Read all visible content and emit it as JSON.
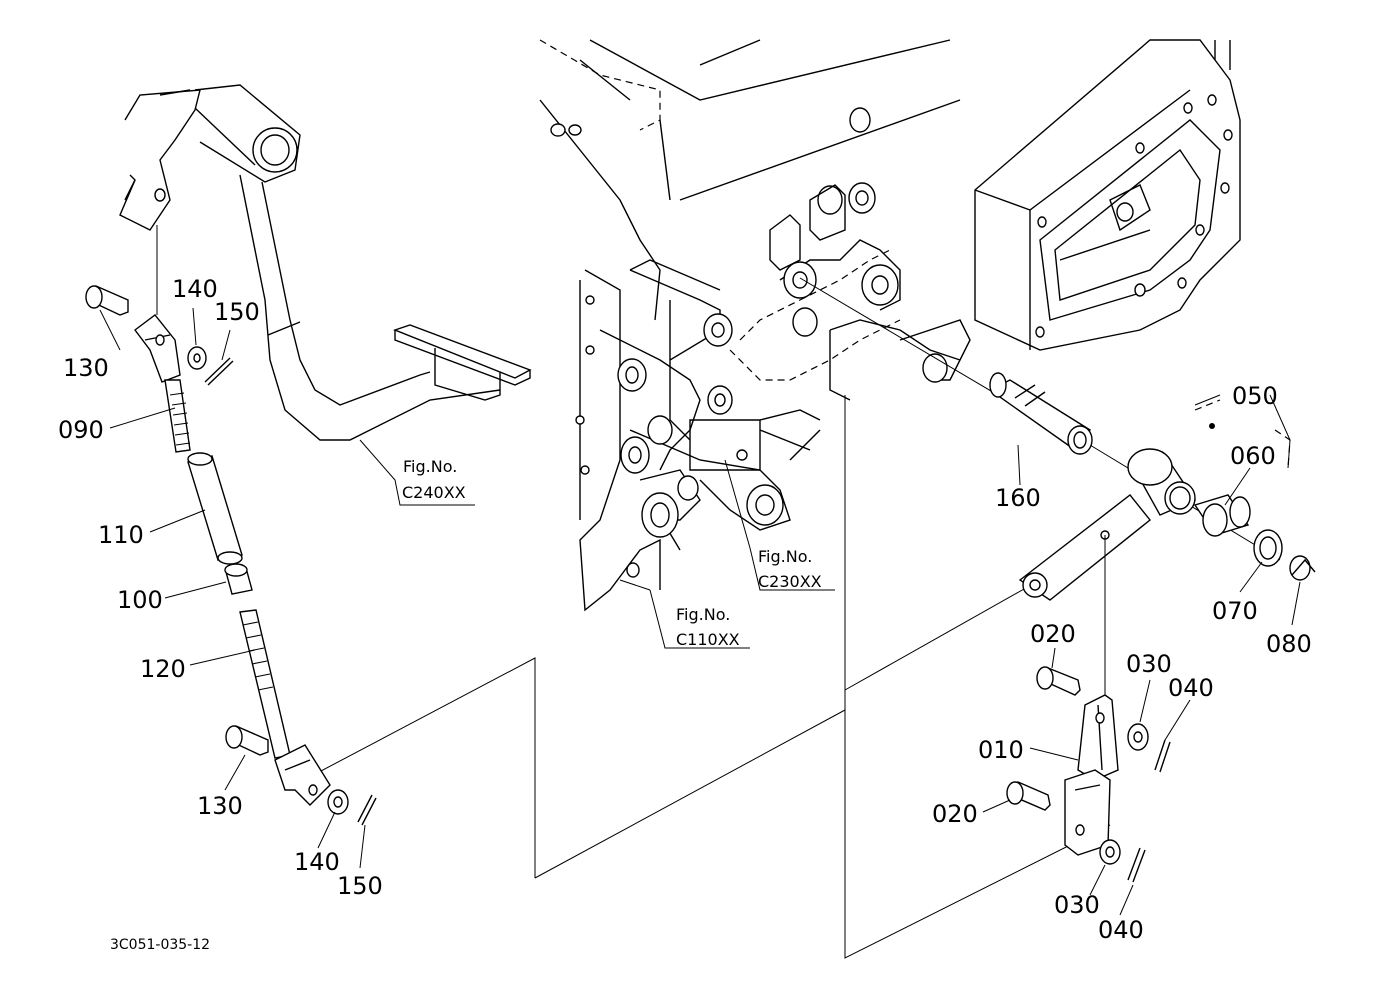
{
  "diagram_code": "3C051-035-12",
  "figure_refs": [
    {
      "caption": "Fig.No.",
      "code": "C240XX"
    },
    {
      "caption": "Fig.No.",
      "code": "C230XX"
    },
    {
      "caption": "Fig.No.",
      "code": "C110XX"
    }
  ],
  "callouts": {
    "c130a": "130",
    "c140a": "140",
    "c150a": "150",
    "c090": "090",
    "c110": "110",
    "c100": "100",
    "c120": "120",
    "c130b": "130",
    "c140b": "140",
    "c150b": "150",
    "c160": "160",
    "c050": "050",
    "c060": "060",
    "c070": "070",
    "c080": "080",
    "c020a": "020",
    "c030a": "030",
    "c040a": "040",
    "c010": "010",
    "c020b": "020",
    "c030b": "030",
    "c040b": "040"
  }
}
